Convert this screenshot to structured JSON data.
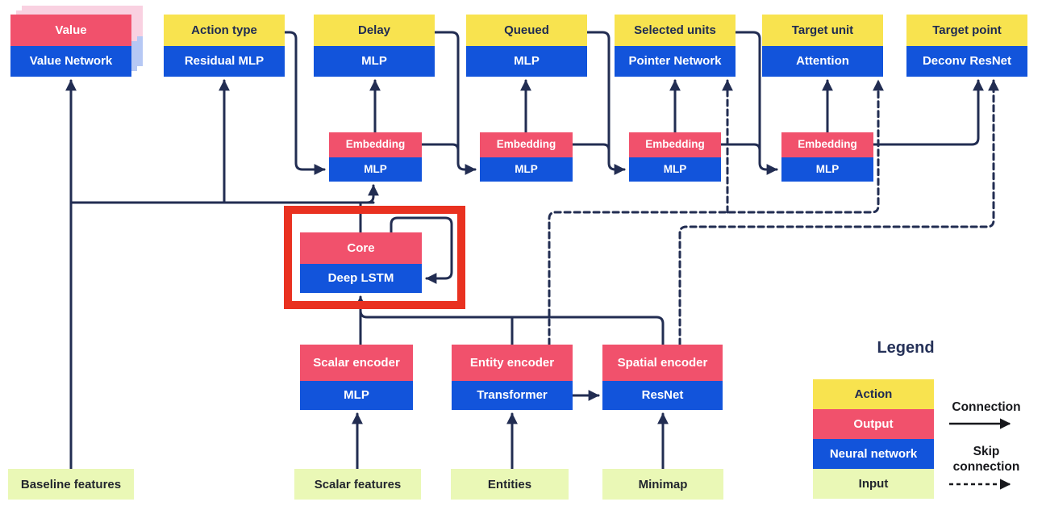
{
  "diagram": {
    "blocks": {
      "value": {
        "top": "Value",
        "bottom": "Value Network"
      },
      "action_type": {
        "top": "Action type",
        "bottom": "Residual MLP"
      },
      "delay": {
        "top": "Delay",
        "bottom": "MLP"
      },
      "queued": {
        "top": "Queued",
        "bottom": "MLP"
      },
      "selected_units": {
        "top": "Selected units",
        "bottom": "Pointer Network"
      },
      "target_unit": {
        "top": "Target unit",
        "bottom": "Attention"
      },
      "target_point": {
        "top": "Target point",
        "bottom": "Deconv ResNet"
      },
      "core": {
        "top": "Core",
        "bottom": "Deep LSTM"
      }
    },
    "embeddings": {
      "e1": {
        "top": "Embedding",
        "bottom": "MLP"
      },
      "e2": {
        "top": "Embedding",
        "bottom": "MLP"
      },
      "e3": {
        "top": "Embedding",
        "bottom": "MLP"
      },
      "e4": {
        "top": "Embedding",
        "bottom": "MLP"
      }
    },
    "encoders": {
      "scalar": {
        "top": "Scalar encoder",
        "bottom": "MLP"
      },
      "entity": {
        "top": "Entity encoder",
        "bottom": "Transformer"
      },
      "spatial": {
        "top": "Spatial encoder",
        "bottom": "ResNet"
      }
    },
    "inputs": {
      "baseline": "Baseline features",
      "scalar": "Scalar features",
      "entities": "Entities",
      "minimap": "Minimap"
    },
    "highlight": {
      "around": "Core / Deep LSTM",
      "color": "#E93120"
    },
    "connections": [
      {
        "from": "Baseline features",
        "to": "Value Network",
        "style": "solid"
      },
      {
        "from": "Core",
        "to": "Value Network",
        "style": "solid"
      },
      {
        "from": "Core",
        "to": "Residual MLP",
        "style": "solid"
      },
      {
        "from": "Core",
        "to": "Embedding MLP 1",
        "style": "solid"
      },
      {
        "from": "Action type",
        "to": "Embedding MLP 1",
        "style": "solid"
      },
      {
        "from": "Embedding 1",
        "to": "Delay",
        "style": "solid"
      },
      {
        "from": "Delay",
        "to": "Embedding MLP 2",
        "style": "solid"
      },
      {
        "from": "Embedding 1",
        "to": "Embedding MLP 2",
        "style": "solid"
      },
      {
        "from": "Embedding 2",
        "to": "Queued",
        "style": "solid"
      },
      {
        "from": "Queued",
        "to": "Embedding MLP 3",
        "style": "solid"
      },
      {
        "from": "Embedding 2",
        "to": "Embedding MLP 3",
        "style": "solid"
      },
      {
        "from": "Embedding 3",
        "to": "Selected units",
        "style": "solid"
      },
      {
        "from": "Selected units",
        "to": "Embedding MLP 4",
        "style": "solid"
      },
      {
        "from": "Embedding 3",
        "to": "Embedding MLP 4",
        "style": "solid"
      },
      {
        "from": "Embedding 4",
        "to": "Target unit",
        "style": "solid"
      },
      {
        "from": "Embedding 4",
        "to": "Target point",
        "style": "solid"
      },
      {
        "from": "Scalar features",
        "to": "Scalar encoder",
        "style": "solid"
      },
      {
        "from": "Entities",
        "to": "Entity encoder",
        "style": "solid"
      },
      {
        "from": "Minimap",
        "to": "Spatial encoder",
        "style": "solid"
      },
      {
        "from": "Scalar encoder",
        "to": "Deep LSTM",
        "style": "solid"
      },
      {
        "from": "Entity encoder",
        "to": "Deep LSTM",
        "style": "solid"
      },
      {
        "from": "Spatial encoder",
        "to": "Deep LSTM",
        "style": "solid"
      },
      {
        "from": "Transformer",
        "to": "ResNet",
        "style": "solid"
      },
      {
        "from": "Deep LSTM",
        "to": "Deep LSTM",
        "style": "recurrent"
      },
      {
        "from": "Entity encoder",
        "to": "Pointer Network",
        "style": "skip"
      },
      {
        "from": "Entity encoder",
        "to": "Attention",
        "style": "skip"
      },
      {
        "from": "Spatial encoder",
        "to": "Deconv ResNet",
        "style": "skip"
      }
    ],
    "legend": {
      "title": "Legend",
      "rows": [
        {
          "label": "Action",
          "color": "#F8E34F"
        },
        {
          "label": "Output",
          "color": "#F1516C"
        },
        {
          "label": "Neural network",
          "color": "#1254DB"
        },
        {
          "label": "Input",
          "color": "#EAF8B6"
        }
      ],
      "connection_label": "Connection",
      "skip_connection_label": "Skip connection"
    },
    "colors": {
      "action_yellow": "#F8E34F",
      "output_pink": "#F1516C",
      "network_blue": "#1254DB",
      "input_green": "#EAF8B6",
      "line_navy": "#222D52",
      "highlight_red": "#E93120",
      "ghost_pink": "#F9D1E1",
      "ghost_blue": "#B6C8F4"
    }
  }
}
